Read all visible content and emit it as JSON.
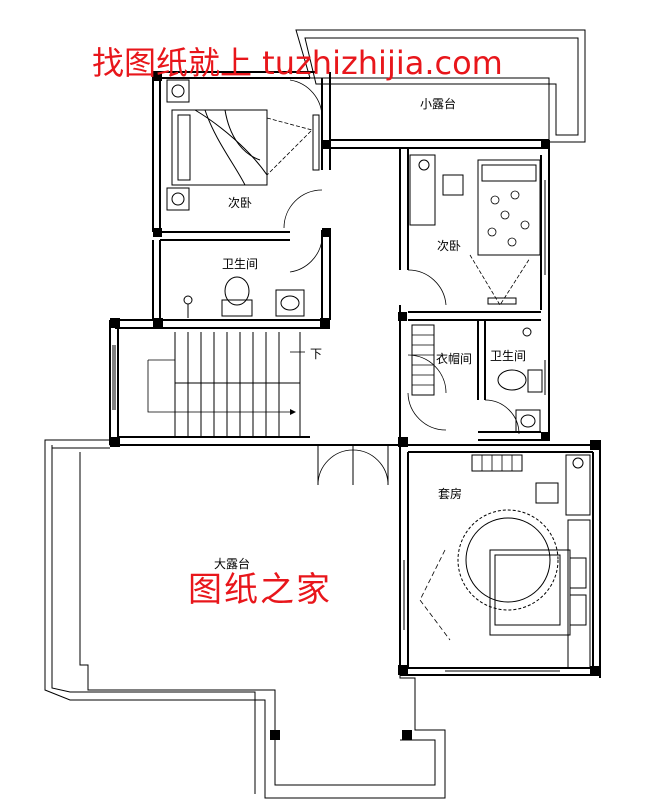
{
  "watermarks": {
    "top": "找图纸就上 tuzhizhijia.com",
    "middle": "图纸之家"
  },
  "rooms": {
    "small_balcony": "小露台",
    "bedroom_1": "次卧",
    "bathroom_1": "卫生间",
    "stair_down": "下",
    "bedroom_2": "次卧",
    "closet": "衣帽间",
    "bathroom_2": "卫生间",
    "suite": "套房",
    "big_terrace": "大露台"
  }
}
